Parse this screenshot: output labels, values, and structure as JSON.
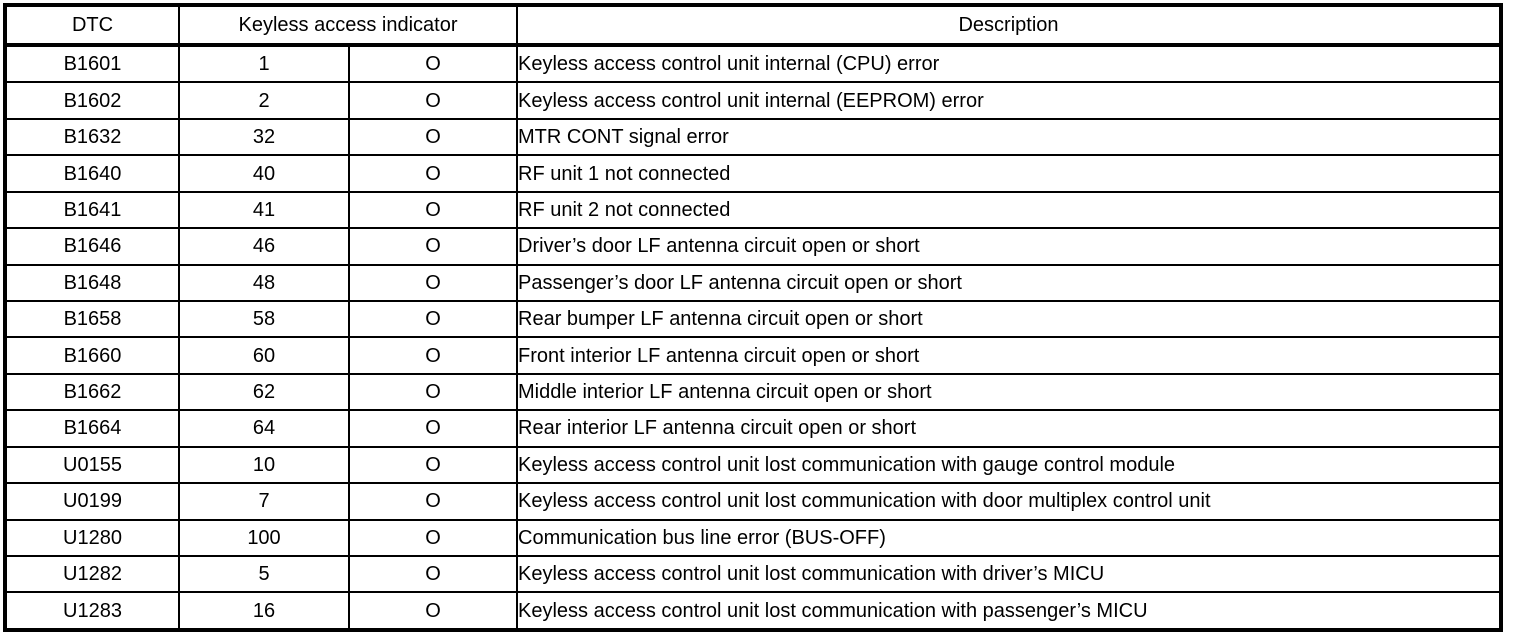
{
  "colors": {
    "ink": "#000000",
    "paper": "#ffffff"
  },
  "table": {
    "headers": {
      "dtc": "DTC",
      "indicator": "Keyless access indicator",
      "description": "Description"
    },
    "rows": [
      {
        "dtc": "B1601",
        "indicator": "1",
        "mark": "O",
        "description": "Keyless access control unit internal (CPU) error"
      },
      {
        "dtc": "B1602",
        "indicator": "2",
        "mark": "O",
        "description": "Keyless access control unit internal (EEPROM) error"
      },
      {
        "dtc": "B1632",
        "indicator": "32",
        "mark": "O",
        "description": "MTR CONT signal error"
      },
      {
        "dtc": "B1640",
        "indicator": "40",
        "mark": "O",
        "description": "RF unit 1 not connected"
      },
      {
        "dtc": "B1641",
        "indicator": "41",
        "mark": "O",
        "description": "RF unit 2 not connected"
      },
      {
        "dtc": "B1646",
        "indicator": "46",
        "mark": "O",
        "description": "Driver’s door LF antenna circuit open or short"
      },
      {
        "dtc": "B1648",
        "indicator": "48",
        "mark": "O",
        "description": "Passenger’s door LF antenna circuit open or short"
      },
      {
        "dtc": "B1658",
        "indicator": "58",
        "mark": "O",
        "description": "Rear bumper LF antenna circuit open or short"
      },
      {
        "dtc": "B1660",
        "indicator": "60",
        "mark": "O",
        "description": "Front interior LF antenna circuit open or short"
      },
      {
        "dtc": "B1662",
        "indicator": "62",
        "mark": "O",
        "description": "Middle interior LF antenna circuit open or short"
      },
      {
        "dtc": "B1664",
        "indicator": "64",
        "mark": "O",
        "description": "Rear interior LF antenna circuit open or short"
      },
      {
        "dtc": "U0155",
        "indicator": "10",
        "mark": "O",
        "description": "Keyless access control unit lost communication with gauge control module"
      },
      {
        "dtc": "U0199",
        "indicator": "7",
        "mark": "O",
        "description": "Keyless access control unit lost communication with door multiplex control unit"
      },
      {
        "dtc": "U1280",
        "indicator": "100",
        "mark": "O",
        "description": "Communication bus line error (BUS-OFF)"
      },
      {
        "dtc": "U1282",
        "indicator": "5",
        "mark": "O",
        "description": "Keyless access control unit lost communication with driver’s MICU"
      },
      {
        "dtc": "U1283",
        "indicator": "16",
        "mark": "O",
        "description": "Keyless access control unit lost communication with passenger’s MICU"
      }
    ]
  }
}
